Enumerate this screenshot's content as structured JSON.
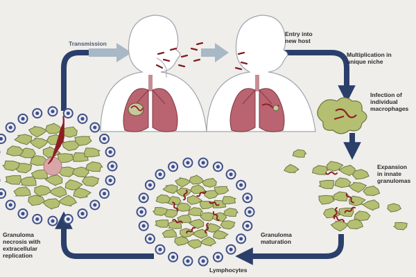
{
  "labels": {
    "transmission": "Transmission",
    "entry": "Entry into\nnew host",
    "multiplication": "Multiplication in\nunique niche",
    "infection": "Infection of\nindividual\nmacrophages",
    "expansion": "Expansion\nin innate\ngranulomas",
    "maturation": "Granuloma\nmaturation",
    "lymphocytes": "Lymphocytes",
    "necrosis": "Granuloma\nnecrosis with\nextracellular\nreplication"
  },
  "colors": {
    "background": "#efeeea",
    "cycle_arrow": "#2b3f6b",
    "transmission_arrow": "#a9b8c6",
    "host_silhouette": "#ffffff",
    "lung": "#b96470",
    "macrophage": "#b4bf72",
    "bacteria": "#8e1e22",
    "lymphocyte_ring": "#3f4f86"
  },
  "icons": [
    "human-head-left-icon",
    "human-head-right-icon",
    "lungs-icon",
    "macrophage-icon",
    "granuloma-icon",
    "lymphocyte-icon",
    "bacteria-icon"
  ]
}
